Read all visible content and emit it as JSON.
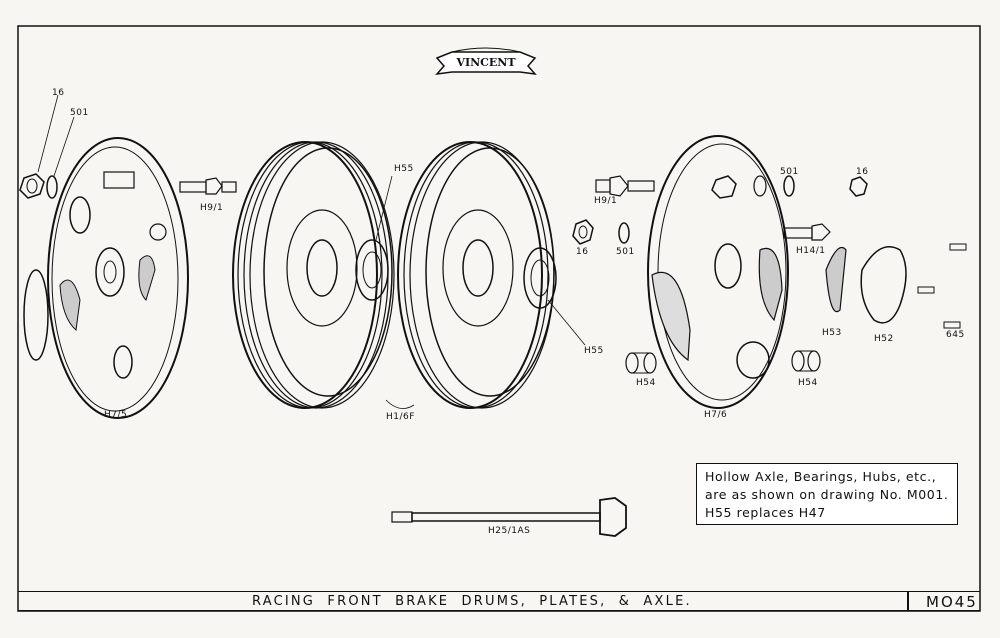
{
  "logo": {
    "text": "VINCENT"
  },
  "labels": {
    "p16_left": "16",
    "p501_left": "501",
    "h75": "H7/5",
    "h91_left": "H9/1",
    "h55_top": "H55",
    "h16f": "H1/6F",
    "h55_right": "H55",
    "p16_mid": "16",
    "p501_mid": "501",
    "h91_right": "H9/1",
    "p501_right": "501",
    "p16_right": "16",
    "h141": "H14/1",
    "h53": "H53",
    "h52": "H52",
    "p645": "645",
    "h54_left": "H54",
    "h54_right": "H54",
    "h76": "H7/6",
    "h25": "H25/1AS"
  },
  "note": {
    "line1": "Hollow Axle, Bearings, Hubs, etc.,",
    "line2": "are as shown on drawing No. M001.",
    "line3": "H55 replaces H47"
  },
  "title": "RACING FRONT BRAKE DRUMS, PLATES, & AXLE.",
  "drawing_number": "MO45"
}
